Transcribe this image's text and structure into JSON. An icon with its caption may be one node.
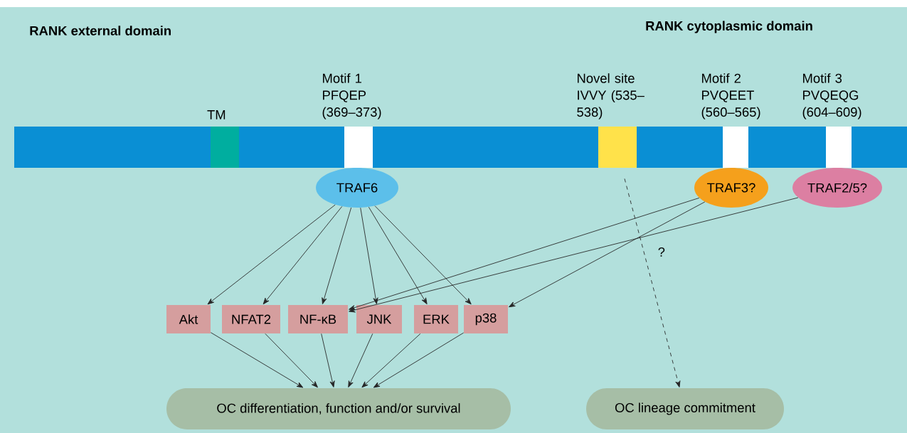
{
  "diagram": {
    "nodes": [
      {
        "text": [
          "TM"
        ]
      },
      {
        "text": [
          "Motif 1 PFQEP (369–373)"
        ]
      },
      {
        "text": [
          "Novel site IVVY (535–538)"
        ]
      },
      {
        "text": [
          "Motif 2 PVQEET (560–565)"
        ]
      },
      {
        "text": [
          "Motif 3 PVQEQG (604–609)"
        ]
      },
      {
        "text": [
          "TRAF6"
        ]
      },
      {
        "text": [
          "TRAF3?"
        ]
      },
      {
        "text": [
          "TRAF2/5?"
        ]
      },
      {
        "text": [
          "Akt"
        ]
      },
      {
        "text": [
          "NFAT2"
        ]
      },
      {
        "text": [
          "NF-κB"
        ]
      },
      {
        "text": [
          "JNK"
        ]
      },
      {
        "text": [
          "ERK"
        ]
      },
      {
        "text": [
          "p38"
        ]
      },
      {
        "text": [
          "OC differentiation, function and/or survival"
        ]
      },
      {
        "text": [
          "OC lineage commitment"
        ]
      }
    ],
    "edges": [
      {
        "from": 5,
        "to": 8,
        "arrow": "to"
      },
      {
        "from": 5,
        "to": 9,
        "arrow": "to"
      },
      {
        "from": 5,
        "to": 10,
        "arrow": "to"
      },
      {
        "from": 5,
        "to": 11,
        "arrow": "to"
      },
      {
        "from": 5,
        "to": 12,
        "arrow": "to"
      },
      {
        "from": 5,
        "to": 13,
        "arrow": "to"
      },
      {
        "from": 6,
        "to": 10,
        "arrow": "to"
      },
      {
        "from": 6,
        "to": 13,
        "arrow": "to"
      },
      {
        "from": 7,
        "to": 10,
        "arrow": "to"
      },
      {
        "from": 2,
        "to": 15,
        "arrow": "to",
        "style": "dashed",
        "label": "?"
      },
      {
        "from": 8,
        "to": 14,
        "arrow": "to"
      },
      {
        "from": 9,
        "to": 14,
        "arrow": "to"
      },
      {
        "from": 10,
        "to": 14,
        "arrow": "to"
      },
      {
        "from": 11,
        "to": 14,
        "arrow": "to"
      },
      {
        "from": 12,
        "to": 14,
        "arrow": "to"
      },
      {
        "from": 13,
        "to": 14,
        "arrow": "to"
      }
    ],
    "labels": [
      "RANK external domain",
      "RANK cytoplasmic domain"
    ]
  }
}
